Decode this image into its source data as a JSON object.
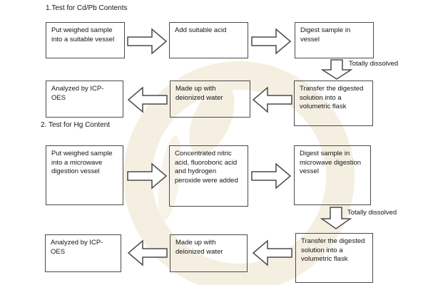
{
  "colors": {
    "background": "#ffffff",
    "box_border": "#4a4a4a",
    "text": "#151515",
    "watermark": "#f5efe2"
  },
  "section1": {
    "title": "1.Test for Cd/Pb Contents",
    "step1": "Put weighed sample into a suitable vessel",
    "step2": "Add suitable acid",
    "step3": "Digest sample in vessel",
    "condition": "Totally dissolved",
    "step4": "Transfer the digested solution into a volumetric flask",
    "step5": "Made up with deionized water",
    "step6": "Analyzed by ICP-OES"
  },
  "section2": {
    "title": "2. Test for Hg Content",
    "step1": "Put weighed sample into a microwave digestion vessel",
    "step2": "Concentrated nitric acid, fluoroboric acid and hydrogen peroxide were added",
    "step3": "Digest sample in microwave digestion vessel",
    "condition": "Totally dissolved",
    "step4": "Transfer the digested solution into a volumetric flask",
    "step5": "Made up with deionized water",
    "step6": "Analyzed by ICP-OES"
  }
}
